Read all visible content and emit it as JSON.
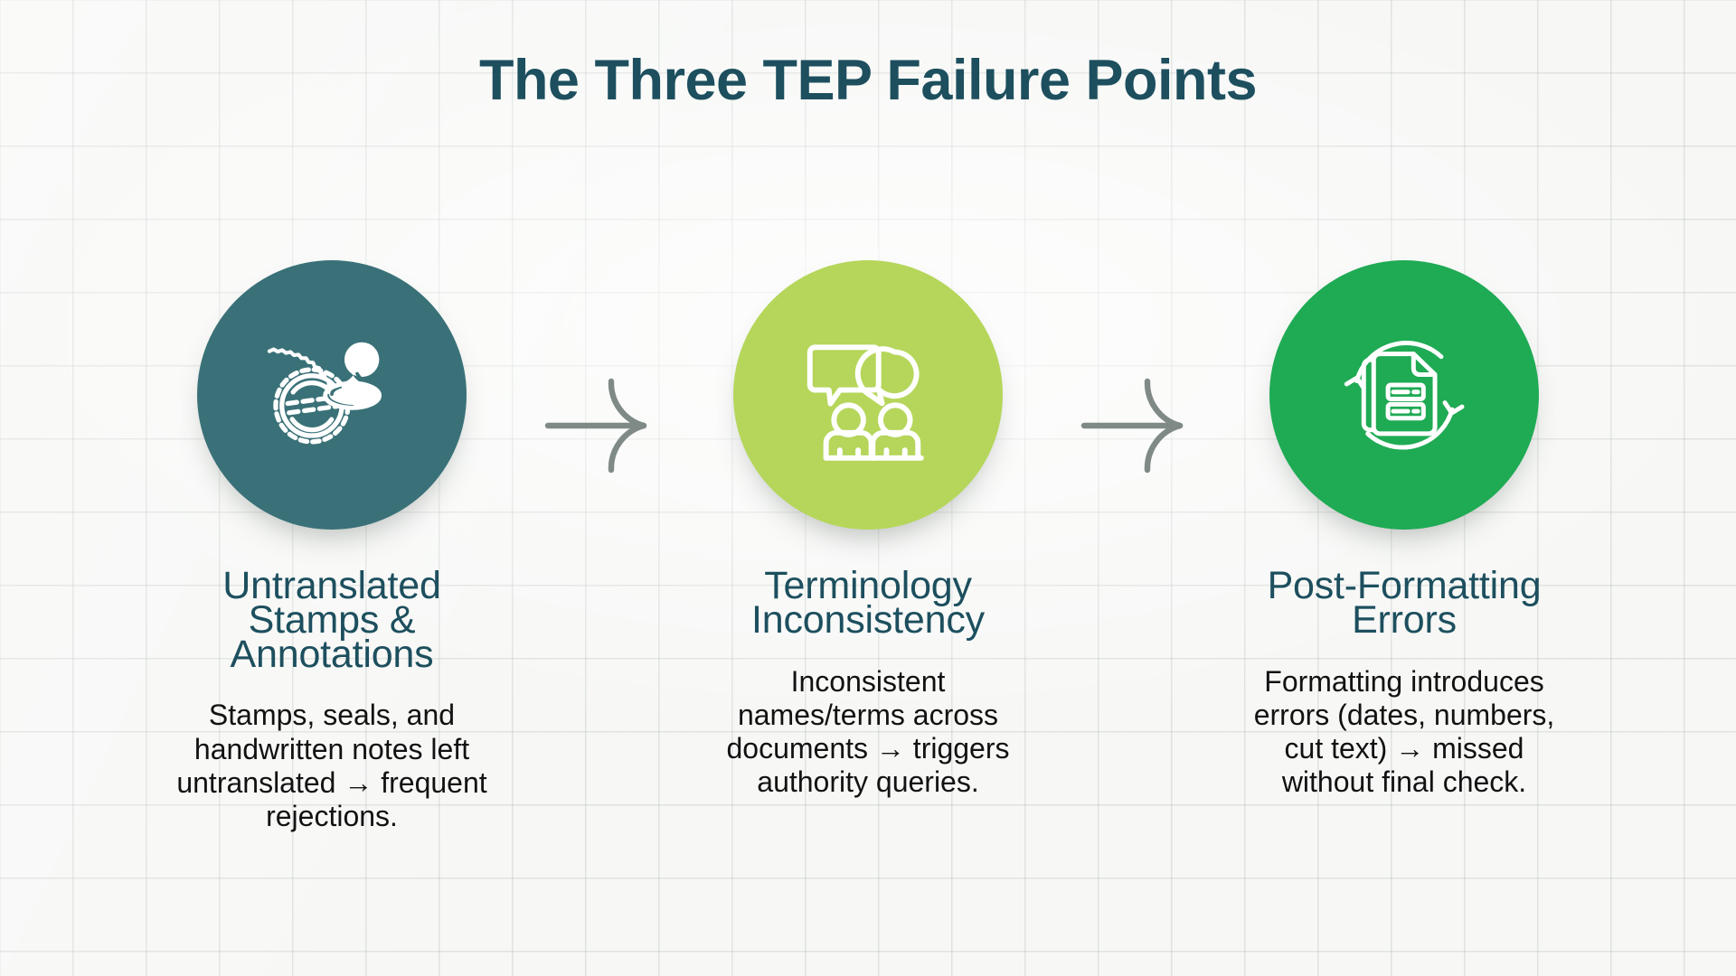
{
  "title": "The Three TEP Failure Points",
  "theme": {
    "background": "#f7f8f6",
    "grid_line": "#aab2ac",
    "title_color": "#1d4f5e",
    "heading_color": "#1d4f5e",
    "body_color": "#121212",
    "arrow_color": "#7f8a86"
  },
  "arrows": [
    {
      "name": "arrow-1-2",
      "glyph": "curved-arrow-right-icon"
    },
    {
      "name": "arrow-2-3",
      "glyph": "curved-arrow-right-icon"
    }
  ],
  "cards": [
    {
      "id": "untranslated-stamps",
      "icon": "rubber-stamp-seal-icon",
      "circle_color": "#3a7178",
      "heading": "Untranslated Stamps & Annotations",
      "body": "Stamps, seals, and handwritten notes left untranslated → frequent rejections."
    },
    {
      "id": "terminology-inconsistency",
      "icon": "speech-bubbles-people-icon",
      "circle_color": "#b5d65a",
      "heading": "Terminology Inconsistency",
      "body": "Inconsistent names/terms across documents → triggers authority queries."
    },
    {
      "id": "post-formatting-errors",
      "icon": "document-refresh-cycle-icon",
      "circle_color": "#1faa54",
      "heading": "Post-Formatting Errors",
      "body": "Formatting introduces errors (dates, numbers, cut text) → missed without final check."
    }
  ]
}
